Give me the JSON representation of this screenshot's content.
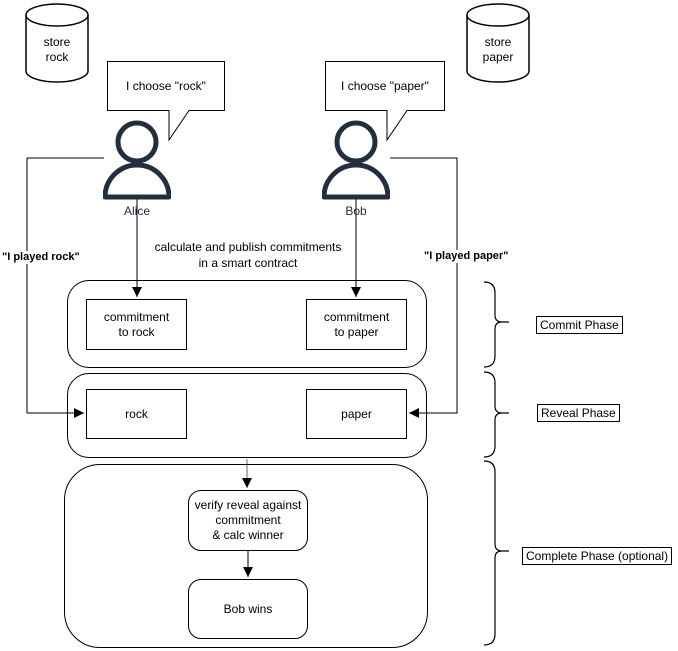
{
  "stores": {
    "left": "store\nrock",
    "right": "store\npaper"
  },
  "actors": {
    "left": "Alice",
    "right": "Bob"
  },
  "bubbles": {
    "left": "I choose \"rock\"",
    "right": "I choose \"paper\""
  },
  "notes": {
    "commitments": "calculate and publish commitments\nin a smart contract",
    "played_left": "\"I played rock\"",
    "played_right": "\"I played paper\""
  },
  "commit_phase": {
    "left_box": "commitment\nto rock",
    "right_box": "commitment\nto paper",
    "label": "Commit Phase"
  },
  "reveal_phase": {
    "left_box": "rock",
    "right_box": "paper",
    "label": "Reveal Phase"
  },
  "complete_phase": {
    "verify_box": "verify reveal against\ncommitment\n& calc winner",
    "result_box": "Bob wins",
    "label": "Complete Phase (optional)"
  },
  "colors": {
    "line": "#000000",
    "actor": "#232F3E",
    "connector_gray": "#666666",
    "background": "#FFFFFF"
  }
}
